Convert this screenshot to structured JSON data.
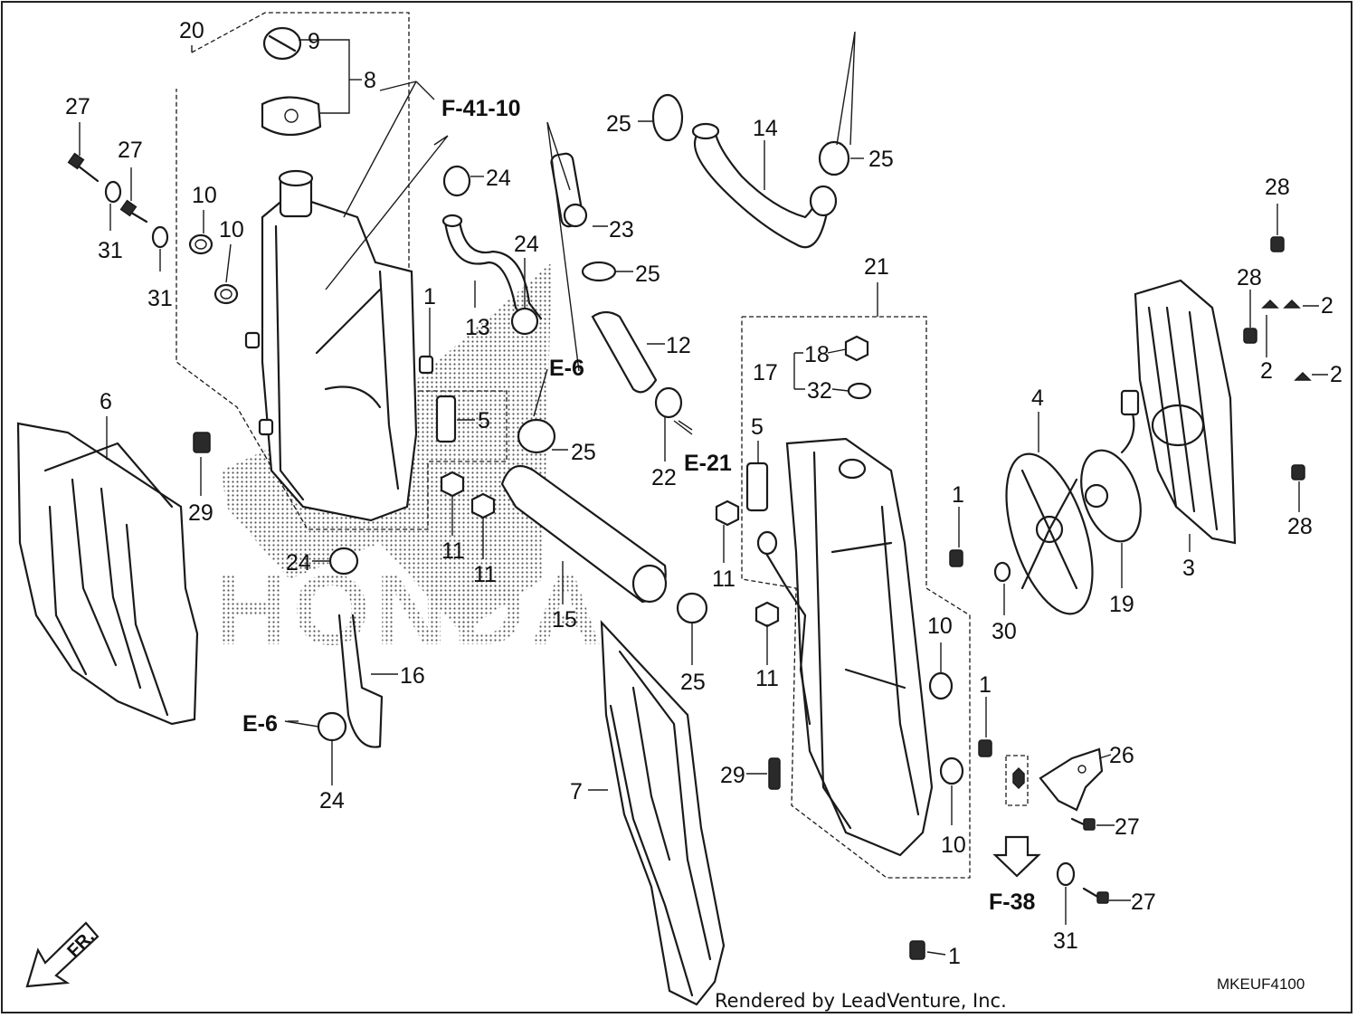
{
  "diagram": {
    "watermark": "HONDA",
    "diagram_code": "MKEUF4100",
    "credit": "Rendered by LeadVenture, Inc.",
    "direction_label": "FR.",
    "callouts": [
      {
        "id": "c20",
        "text": "20"
      },
      {
        "id": "c9",
        "text": "9"
      },
      {
        "id": "c8",
        "text": "8"
      },
      {
        "id": "c27a",
        "text": "27"
      },
      {
        "id": "c27b",
        "text": "27"
      },
      {
        "id": "c10a",
        "text": "10"
      },
      {
        "id": "c10b",
        "text": "10"
      },
      {
        "id": "c31a",
        "text": "31"
      },
      {
        "id": "c31b",
        "text": "31"
      },
      {
        "id": "c24a",
        "text": "24"
      },
      {
        "id": "c24b",
        "text": "24"
      },
      {
        "id": "c13",
        "text": "13"
      },
      {
        "id": "c1a",
        "text": "1"
      },
      {
        "id": "c5a",
        "text": "5"
      },
      {
        "id": "c6",
        "text": "6"
      },
      {
        "id": "c29a",
        "text": "29"
      },
      {
        "id": "c11a",
        "text": "11"
      },
      {
        "id": "c11b",
        "text": "11"
      },
      {
        "id": "c24c",
        "text": "24"
      },
      {
        "id": "c16",
        "text": "16"
      },
      {
        "id": "c24d",
        "text": "24"
      },
      {
        "id": "c25a",
        "text": "25"
      },
      {
        "id": "c14",
        "text": "14"
      },
      {
        "id": "c25b",
        "text": "25"
      },
      {
        "id": "c23",
        "text": "23"
      },
      {
        "id": "c25c",
        "text": "25"
      },
      {
        "id": "c12",
        "text": "12"
      },
      {
        "id": "c22",
        "text": "22"
      },
      {
        "id": "c25d",
        "text": "25"
      },
      {
        "id": "c15",
        "text": "15"
      },
      {
        "id": "c25e",
        "text": "25"
      },
      {
        "id": "c7",
        "text": "7"
      },
      {
        "id": "c21",
        "text": "21"
      },
      {
        "id": "c17",
        "text": "17"
      },
      {
        "id": "c18",
        "text": "18"
      },
      {
        "id": "c32",
        "text": "32"
      },
      {
        "id": "c5b",
        "text": "5"
      },
      {
        "id": "c11c",
        "text": "11"
      },
      {
        "id": "c11d",
        "text": "11"
      },
      {
        "id": "c29b",
        "text": "29"
      },
      {
        "id": "c1b",
        "text": "1"
      },
      {
        "id": "c10c",
        "text": "10"
      },
      {
        "id": "c10d",
        "text": "10"
      },
      {
        "id": "c1c",
        "text": "1"
      },
      {
        "id": "c1d",
        "text": "1"
      },
      {
        "id": "c4",
        "text": "4"
      },
      {
        "id": "c30",
        "text": "30"
      },
      {
        "id": "c19",
        "text": "19"
      },
      {
        "id": "c3",
        "text": "3"
      },
      {
        "id": "c28a",
        "text": "28"
      },
      {
        "id": "c28b",
        "text": "28"
      },
      {
        "id": "c28c",
        "text": "28"
      },
      {
        "id": "c2a",
        "text": "2"
      },
      {
        "id": "c2b",
        "text": "2"
      },
      {
        "id": "c2c",
        "text": "2"
      },
      {
        "id": "c26",
        "text": "26"
      },
      {
        "id": "c27c",
        "text": "27"
      },
      {
        "id": "c27d",
        "text": "27"
      },
      {
        "id": "c31c",
        "text": "31"
      }
    ],
    "references": [
      {
        "id": "rF4110",
        "text": "F-41-10"
      },
      {
        "id": "rE6a",
        "text": "E-6"
      },
      {
        "id": "rE21",
        "text": "E-21"
      },
      {
        "id": "rE6b",
        "text": "E-6"
      },
      {
        "id": "rF38",
        "text": "F-38"
      }
    ]
  }
}
